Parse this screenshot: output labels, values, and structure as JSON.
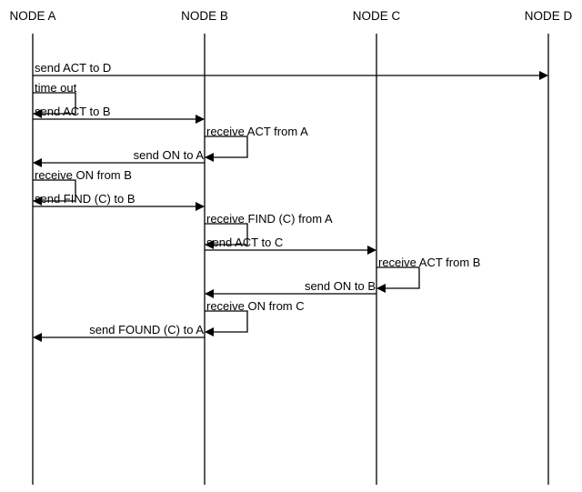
{
  "nodes": [
    "NODE A",
    "NODE B",
    "NODE C",
    "NODE D"
  ],
  "steps": [
    {
      "kind": "message",
      "from": 0,
      "to": 3,
      "label": "send ACT to D"
    },
    {
      "kind": "self",
      "at": 0,
      "label": "time out"
    },
    {
      "kind": "message",
      "from": 0,
      "to": 1,
      "label": "send ACT to B"
    },
    {
      "kind": "self",
      "at": 1,
      "label": "receive ACT from A"
    },
    {
      "kind": "message",
      "from": 1,
      "to": 0,
      "label": "send ON to A"
    },
    {
      "kind": "self",
      "at": 0,
      "label": "receive ON from B"
    },
    {
      "kind": "message",
      "from": 0,
      "to": 1,
      "label": "send FIND (C) to B"
    },
    {
      "kind": "self",
      "at": 1,
      "label": "receive FIND (C) from A"
    },
    {
      "kind": "message",
      "from": 1,
      "to": 2,
      "label": "send ACT to C"
    },
    {
      "kind": "self",
      "at": 2,
      "label": "receive ACT from B"
    },
    {
      "kind": "message",
      "from": 2,
      "to": 1,
      "label": "send ON to B"
    },
    {
      "kind": "self",
      "at": 1,
      "label": "receive ON from C"
    },
    {
      "kind": "message",
      "from": 1,
      "to": 0,
      "label": "send FOUND (C) to A"
    }
  ],
  "colors": {
    "line": "#000000",
    "text": "#000000",
    "background": "#ffffff"
  }
}
